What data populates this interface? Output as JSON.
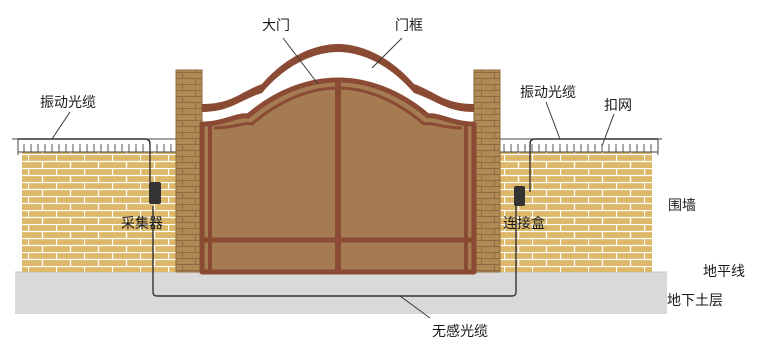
{
  "labels": {
    "gate": "大门",
    "gate_frame": "门框",
    "vibration_cable_left": "振动光缆",
    "vibration_cable_right": "振动光缆",
    "clasp_net": "扣网",
    "collector": "采集器",
    "junction_box": "连接盒",
    "wall": "围墙",
    "ground_line": "地平线",
    "underground_layer": "地下土层",
    "insensitive_cable": "无感光缆"
  },
  "colors": {
    "gate_fill": "#a57c52",
    "gate_frame": "#8b4a33",
    "brick": "#deb86a",
    "brick_line": "#ffffff",
    "pillar": "#b08a55",
    "ground": "#d9d9d9",
    "cable": "#333333"
  }
}
